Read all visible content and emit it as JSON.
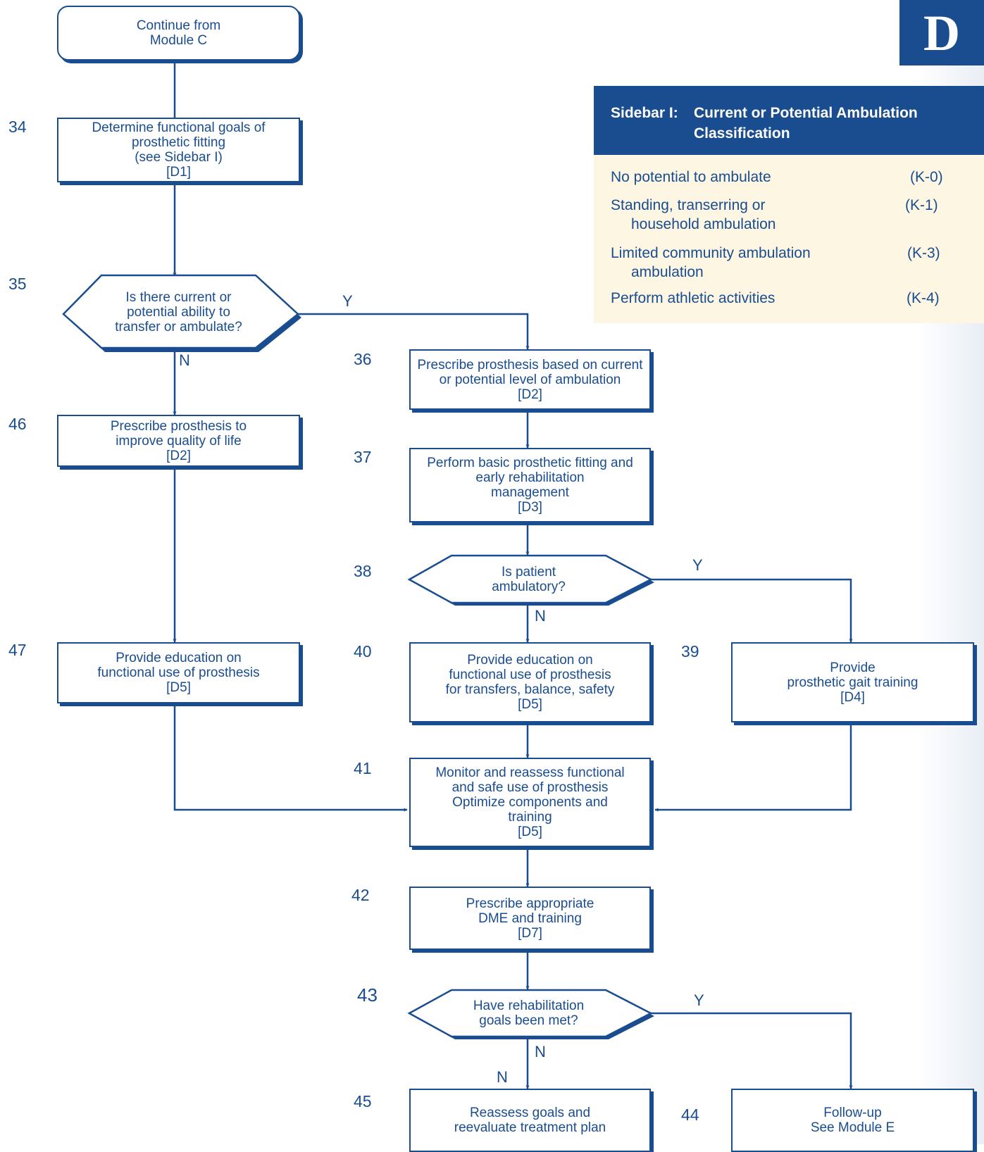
{
  "module_letter": "D",
  "sidebar": {
    "prefix": "Sidebar I:",
    "title": "Current or Potential Ambulation Classification",
    "rows": [
      {
        "line1": "No potential to ambulate",
        "line2": "",
        "code": "(K-0)"
      },
      {
        "line1": "Standing, transerring or",
        "line2": "household ambulation",
        "code": "(K-1)"
      },
      {
        "line1": "Limited community ambulation",
        "line2": "ambulation",
        "code": "(K-3)"
      },
      {
        "line1": "Perform athletic activities",
        "line2": "",
        "code": "(K-4)"
      }
    ]
  },
  "nodes": {
    "start": {
      "text": "Continue from\nModule C"
    },
    "n34": {
      "num": "34",
      "text": "Determine functional goals of\nprosthetic fitting\n(see Sidebar I)\n[D1]"
    },
    "n35": {
      "num": "35",
      "text": "Is there current or\npotential ability to\ntransfer or ambulate?"
    },
    "n36": {
      "num": "36",
      "text": "Prescribe prosthesis based on current\nor potential level of ambulation\n[D2]"
    },
    "n37": {
      "num": "37",
      "text": "Perform basic prosthetic fitting and\nearly rehabilitation\nmanagement\n[D3]"
    },
    "n38": {
      "num": "38",
      "text": "Is patient\nambulatory?"
    },
    "n39": {
      "num": "39",
      "text": "Provide\nprosthetic gait training\n[D4]"
    },
    "n40": {
      "num": "40",
      "text": "Provide education on\nfunctional use of prosthesis\nfor transfers, balance, safety\n[D5]"
    },
    "n41": {
      "num": "41",
      "text": "Monitor and reassess functional\nand safe use of prosthesis\nOptimize components and\ntraining\n[D5]"
    },
    "n42": {
      "num": "42",
      "text": "Prescribe appropriate\nDME and training\n[D7]"
    },
    "n43": {
      "num": "43",
      "text": "Have rehabilitation\ngoals been met?"
    },
    "n44": {
      "num": "44",
      "text": "Follow-up\nSee Module E"
    },
    "n45": {
      "num": "45",
      "text": "Reassess goals and\nreevaluate treatment plan"
    },
    "n46": {
      "num": "46",
      "text": "Prescribe prosthesis to\nimprove quality of life\n[D2]"
    },
    "n47": {
      "num": "47",
      "text": "Provide education on\nfunctional use of prosthesis\n[D5]"
    }
  },
  "edge_labels": {
    "y35": "Y",
    "n35": "N",
    "y38": "Y",
    "n38": "N",
    "y43": "Y",
    "n43a": "N",
    "n43b": "N"
  },
  "colors": {
    "primary": "#1a4d8f",
    "sidebar_bg": "#fdf6e2",
    "text_on_primary": "#ffffff"
  }
}
